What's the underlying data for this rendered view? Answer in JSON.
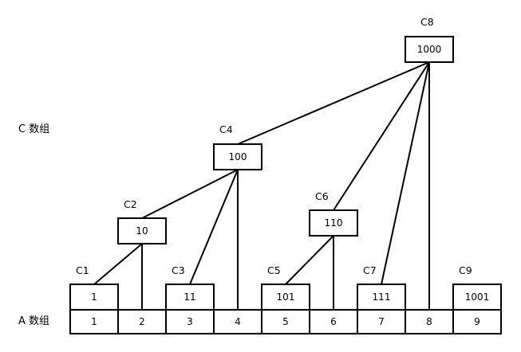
{
  "row_labels": {
    "c_array": "C 数组",
    "a_array": "A 数组"
  },
  "a_cells": [
    "1",
    "2",
    "3",
    "4",
    "5",
    "6",
    "7",
    "8",
    "9"
  ],
  "c_nodes": {
    "c1": {
      "name": "C1",
      "value": "1"
    },
    "c2": {
      "name": "C2",
      "value": "10"
    },
    "c3": {
      "name": "C3",
      "value": "11"
    },
    "c4": {
      "name": "C4",
      "value": "100"
    },
    "c5": {
      "name": "C5",
      "value": "101"
    },
    "c6": {
      "name": "C6",
      "value": "110"
    },
    "c7": {
      "name": "C7",
      "value": "111"
    },
    "c8": {
      "name": "C8",
      "value": "1000"
    },
    "c9": {
      "name": "C9",
      "value": "1001"
    }
  }
}
